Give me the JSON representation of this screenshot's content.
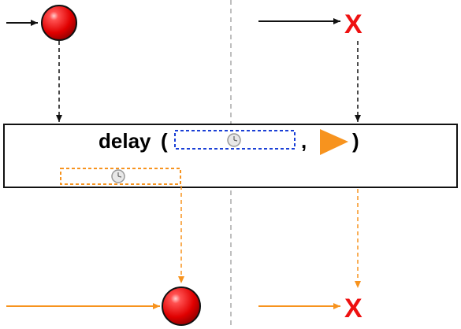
{
  "operator": {
    "name": "delay",
    "open_paren": "(",
    "separator": ",",
    "close_paren": ")"
  },
  "source_timeline": {
    "emission_color": "#ee1111",
    "error_glyph": "X",
    "line_color": "#111111"
  },
  "result_timeline": {
    "emission_color": "#ee1111",
    "error_glyph": "X",
    "line_color": "#f7931e"
  },
  "icons": {
    "clock_icon": "clock-icon",
    "emit_triangle": "play-triangle-icon"
  },
  "colors": {
    "duration_selector_border": "#1a3fd6",
    "delay_duration_border": "#f7931e",
    "error_red": "#ee1111",
    "emit_triangle": "#f7931e",
    "divider": "#aaaaaa"
  }
}
